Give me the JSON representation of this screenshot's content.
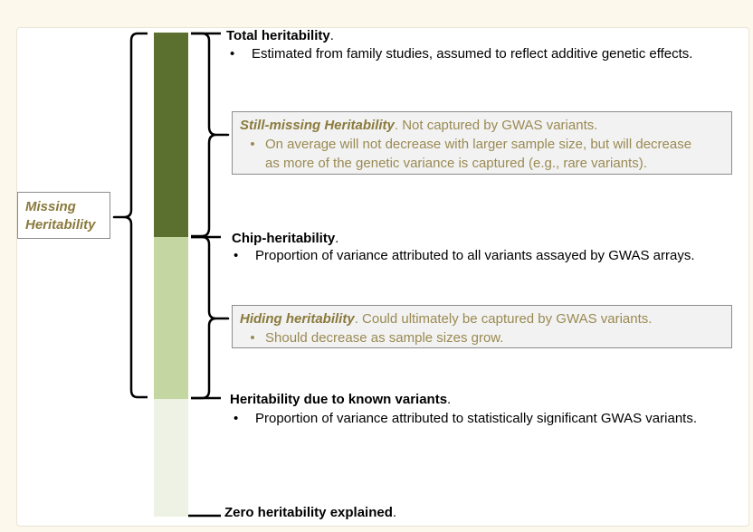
{
  "colors": {
    "bar_total": "#5b6f2e",
    "bar_chip": "#c4d6a1",
    "bar_known": "#edf2e4",
    "callout_text": "#9a8a52",
    "callout_title": "#8a7a3c",
    "page_bg": "#fdf8ec"
  },
  "missing_heritability": {
    "line1": "Missing",
    "line2": "Heritability"
  },
  "levels": {
    "total": {
      "heading": "Total heritability",
      "period": ".",
      "bullet": "•",
      "text": "Estimated from family studies, assumed to reflect additive genetic effects."
    },
    "chip": {
      "heading": "Chip-heritability",
      "period": ".",
      "bullet": "•",
      "text": "Proportion of variance attributed to all variants assayed by GWAS arrays."
    },
    "known": {
      "heading": "Heritability due to known variants",
      "period": ".",
      "bullet": "•",
      "text": "Proportion of variance attributed to statistically significant GWAS variants."
    },
    "zero": {
      "heading": "Zero heritability explained",
      "period": "."
    }
  },
  "callouts": {
    "still_missing": {
      "title": "Still-missing Heritability",
      "rest": ". Not captured by GWAS variants.",
      "bullet": "•",
      "line1": "On average will not decrease with larger sample size, but will decrease",
      "line2": "as more of the genetic variance is captured (e.g., rare variants)."
    },
    "hiding": {
      "title": "Hiding heritability",
      "rest": ". Could ultimately be captured by GWAS variants.",
      "bullet": "•",
      "line1": "Should decrease as sample sizes grow."
    }
  }
}
